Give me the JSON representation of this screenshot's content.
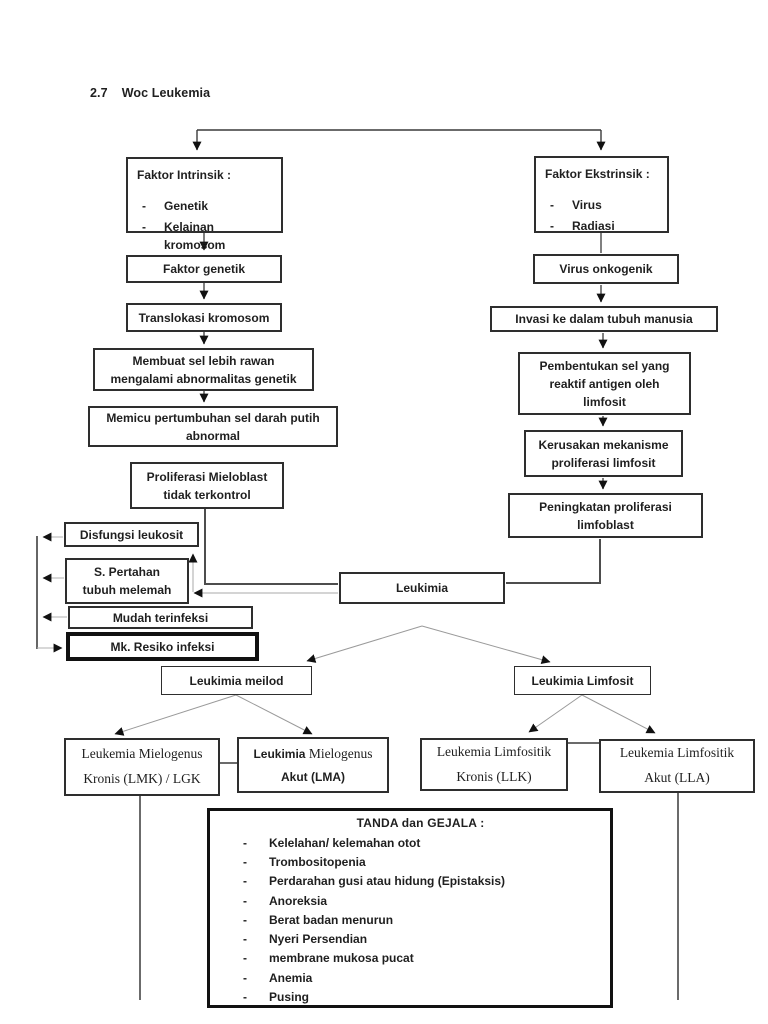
{
  "page": {
    "section_number": "2.7",
    "section_title": "Woc Leukemia"
  },
  "bullet": "-",
  "nodes": {
    "faktor_intrinsik": {
      "heading": "Faktor Intrinsik :",
      "items": [
        "Genetik",
        "Kelainan kromosom"
      ]
    },
    "faktor_ekstrinsik": {
      "heading": "Faktor Ekstrinsik :",
      "items": [
        "Virus",
        "Radiasi"
      ]
    },
    "faktor_genetik": "Faktor genetik",
    "translokasi_kromosom": "Translokasi kromosom",
    "membuat_sel": [
      "Membuat sel lebih rawan",
      "mengalami abnormalitas genetik"
    ],
    "memicu_pertumbuhan": [
      "Memicu pertumbuhan sel darah putih",
      "abnormal"
    ],
    "proliferasi_mieloblast": [
      "Proliferasi Mieloblast",
      "tidak terkontrol"
    ],
    "virus_onkogenik": "Virus onkogenik",
    "invasi": "Invasi ke dalam tubuh manusia",
    "pembentukan_sel": [
      "Pembentukan sel yang",
      "reaktif antigen oleh",
      "limfosit"
    ],
    "kerusakan_mekanisme": [
      "Kerusakan mekanisme",
      "proliferasi limfosit"
    ],
    "peningkatan_proliferasi": [
      "Peningkatan proliferasi",
      "limfoblast"
    ],
    "disfungsi_leukosit": "Disfungsi leukosit",
    "pertahanan_tubuh": [
      "S. Pertahan",
      "tubuh melemah"
    ],
    "mudah_terinfeksi": "Mudah terinfeksi",
    "mk_resiko_infeksi": "Mk. Resiko infeksi",
    "leukimia": "Leukimia",
    "leukimia_meilod": "Leukimia meilod",
    "leukimia_limfosit": "Leukimia Limfosit",
    "lmk": [
      "Leukemia Mielogenus",
      "Kronis (LMK) / LGK"
    ],
    "lma": {
      "line1_bold": "Leukimia",
      "line1_serif": "Mielogenus",
      "line2": "Akut (LMA)"
    },
    "llk": [
      "Leukemia Limfositik",
      "Kronis (LLK)"
    ],
    "lla": [
      "Leukemia Limfositik",
      "Akut (LLA)"
    ]
  },
  "tanda_gejala": {
    "title": "TANDA dan GEJALA :",
    "items": [
      "Kelelahan/ kelemahan otot",
      "Trombositopenia",
      "Perdarahan gusi atau hidung (Epistaksis)",
      "Anoreksia",
      "Berat badan menurun",
      "Nyeri Persendian",
      "membrane mukosa pucat",
      "Anemia",
      "Pusing"
    ]
  },
  "colors": {
    "ink": "#1f1f1f",
    "border": "#2e2e2e",
    "main_line": "#555555",
    "thin_line": "#9a9a9a",
    "background": "#ffffff"
  }
}
